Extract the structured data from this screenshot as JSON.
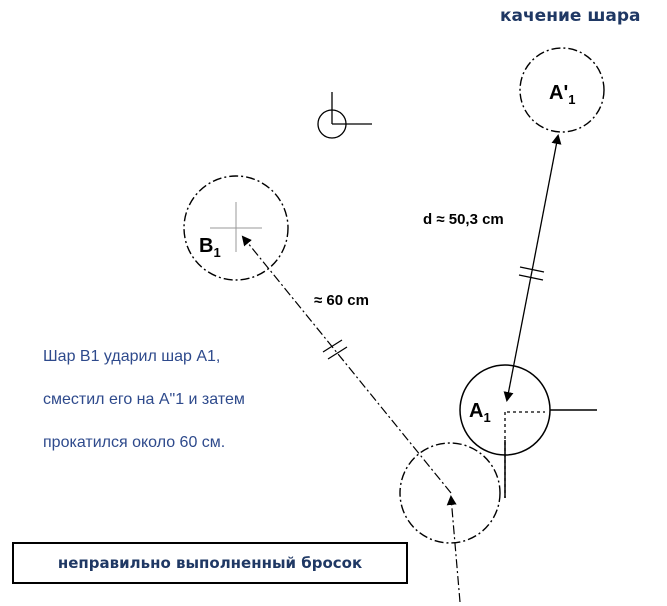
{
  "title": "качение шара",
  "labels": {
    "b1": "B",
    "b1_sub": "1",
    "a1": "A",
    "a1_sub": "1",
    "a1prime": "A'",
    "a1prime_sub": "1",
    "distance_d": "d ≈ 50,3 cm",
    "distance_60": "≈ 60 cm"
  },
  "description": [
    "Шар В1 ударил шар А1,",
    "сместил его на А\"1 и затем",
    "прокатился около 60 см."
  ],
  "verdict": "неправильно выполненный бросок"
}
